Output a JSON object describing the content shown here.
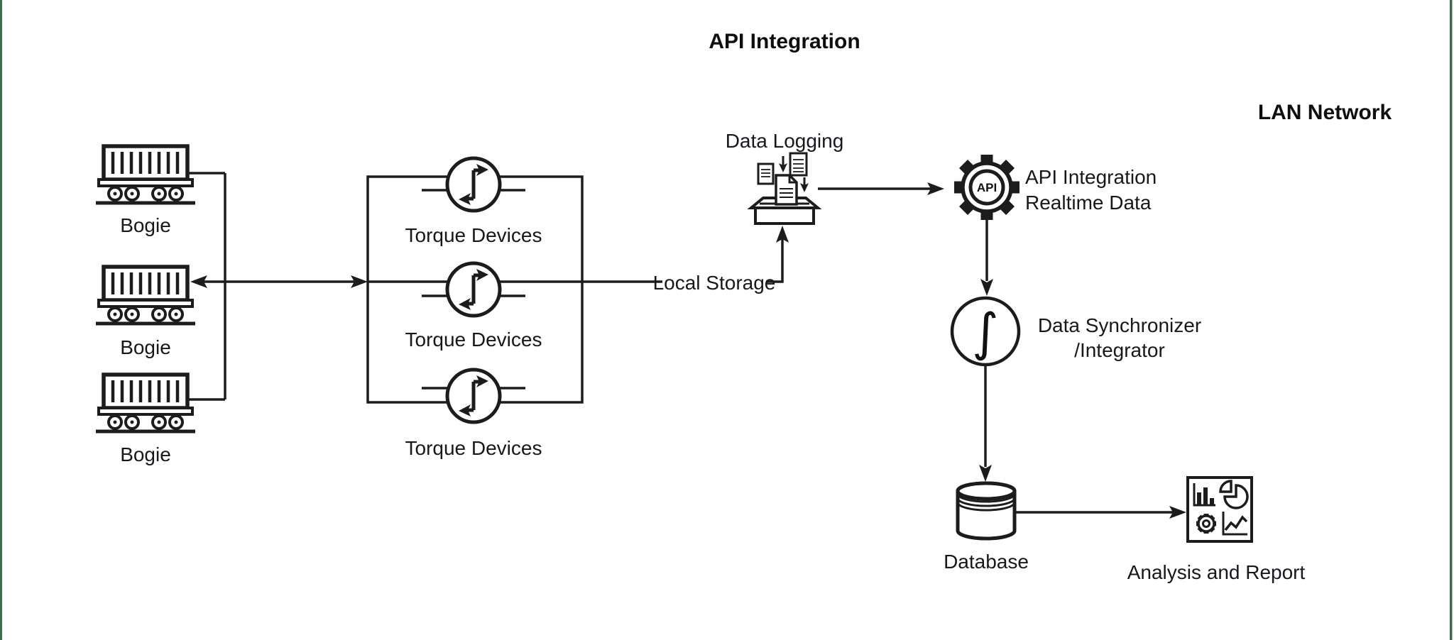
{
  "diagram": {
    "title": "API Integration",
    "lan_label": "LAN Network",
    "colors": {
      "background": "#ffffff",
      "edge_border_green": "#41694f",
      "line_stroke": "#1c1c1c",
      "text": "#15181c"
    },
    "nodes": {
      "bogies": [
        {
          "label": "Bogie"
        },
        {
          "label": "Bogie"
        },
        {
          "label": "Bogie"
        }
      ],
      "torque_devices": [
        {
          "label": "Torque Devices"
        },
        {
          "label": "Torque Devices"
        },
        {
          "label": "Torque Devices"
        }
      ],
      "local_storage": {
        "label": "Local Storage"
      },
      "data_logging": {
        "label": "Data Logging"
      },
      "api_integration": {
        "badge": "API",
        "line1": "API Integration",
        "line2": "Realtime Data"
      },
      "data_synchronizer": {
        "symbol": "∫",
        "line1": "Data Synchronizer",
        "line2": "/Integrator"
      },
      "database": {
        "label": "Database"
      },
      "analysis_report": {
        "label": "Analysis and Report"
      }
    },
    "icons": {
      "bogie-icon": "freight-wagon outline (container, wheels, rail)",
      "torque-device-icon": "circle with step/phase arrows and side leads",
      "data-logging-icon": "documents dropping into tray",
      "api-gear-icon": "outline gear with API badge circle",
      "integrator-icon": "circle with integral sign",
      "database-icon": "cylinder with disk rings",
      "analysis-report-icon": "square with bar chart, pie chart, gear, line chart"
    }
  }
}
